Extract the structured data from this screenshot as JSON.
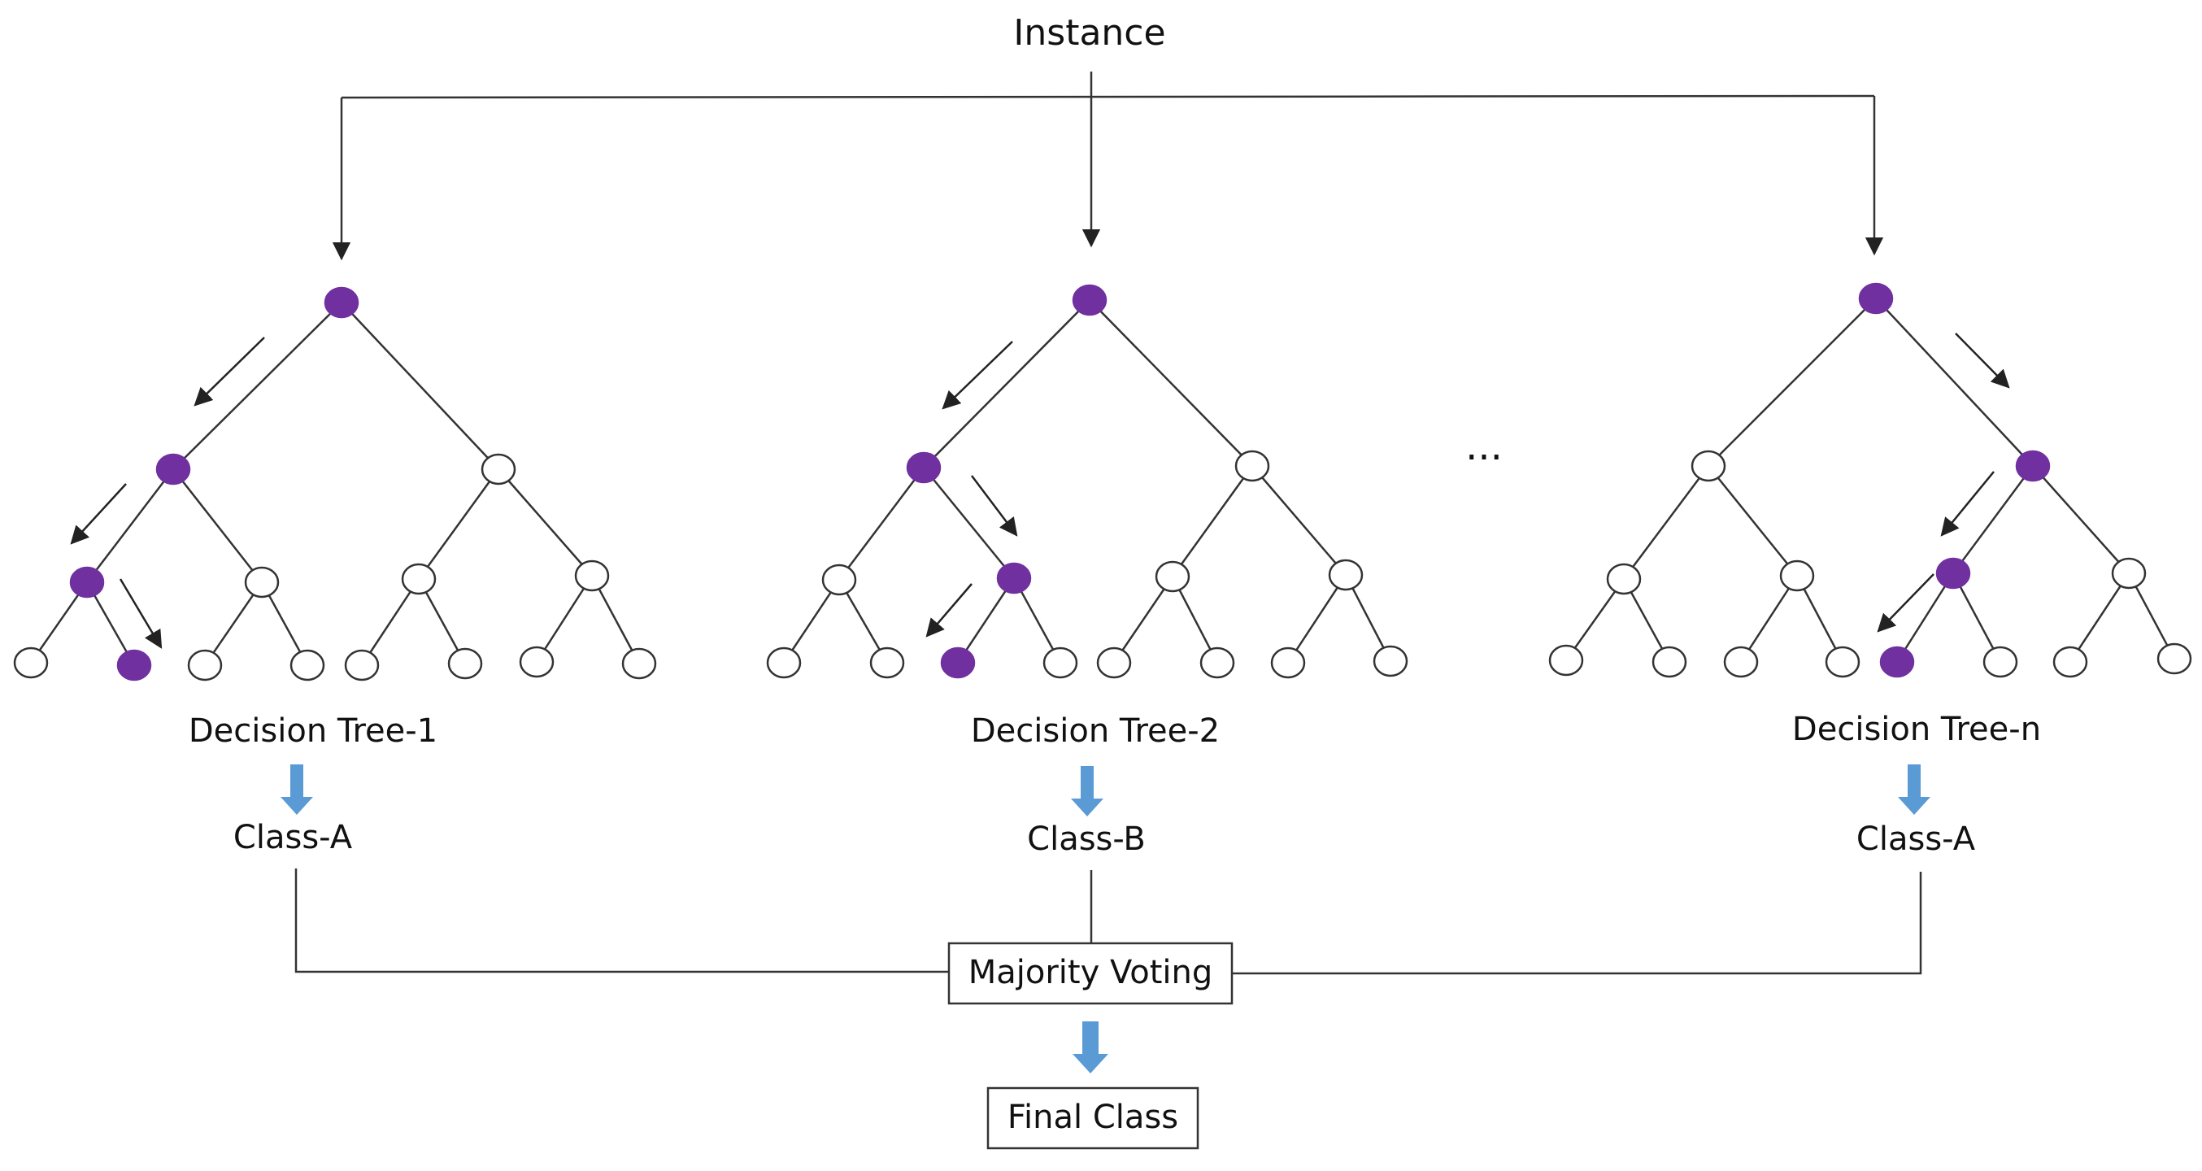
{
  "input": {
    "label": "Instance"
  },
  "ellipsis": "...",
  "trees": [
    {
      "name": "Decision Tree-1",
      "class": "Class-A",
      "path": [
        [
          0,
          0
        ],
        [
          1,
          0
        ],
        [
          2,
          0
        ],
        [
          3,
          1
        ]
      ]
    },
    {
      "name": "Decision Tree-2",
      "class": "Class-B",
      "path": [
        [
          0,
          0
        ],
        [
          1,
          0
        ],
        [
          2,
          1
        ],
        [
          3,
          2
        ]
      ]
    },
    {
      "name": "Decision Tree-n",
      "class": "Class-A",
      "path": [
        [
          0,
          0
        ],
        [
          1,
          1
        ],
        [
          2,
          2
        ],
        [
          3,
          4
        ]
      ]
    }
  ],
  "aggregator": {
    "label": "Majority Voting"
  },
  "output": {
    "label": "Final Class"
  },
  "colors": {
    "active_node": "#7030a0",
    "inactive_node": "#ffffff",
    "line": "#333333",
    "flow_arrow": "#5b9bd5"
  }
}
